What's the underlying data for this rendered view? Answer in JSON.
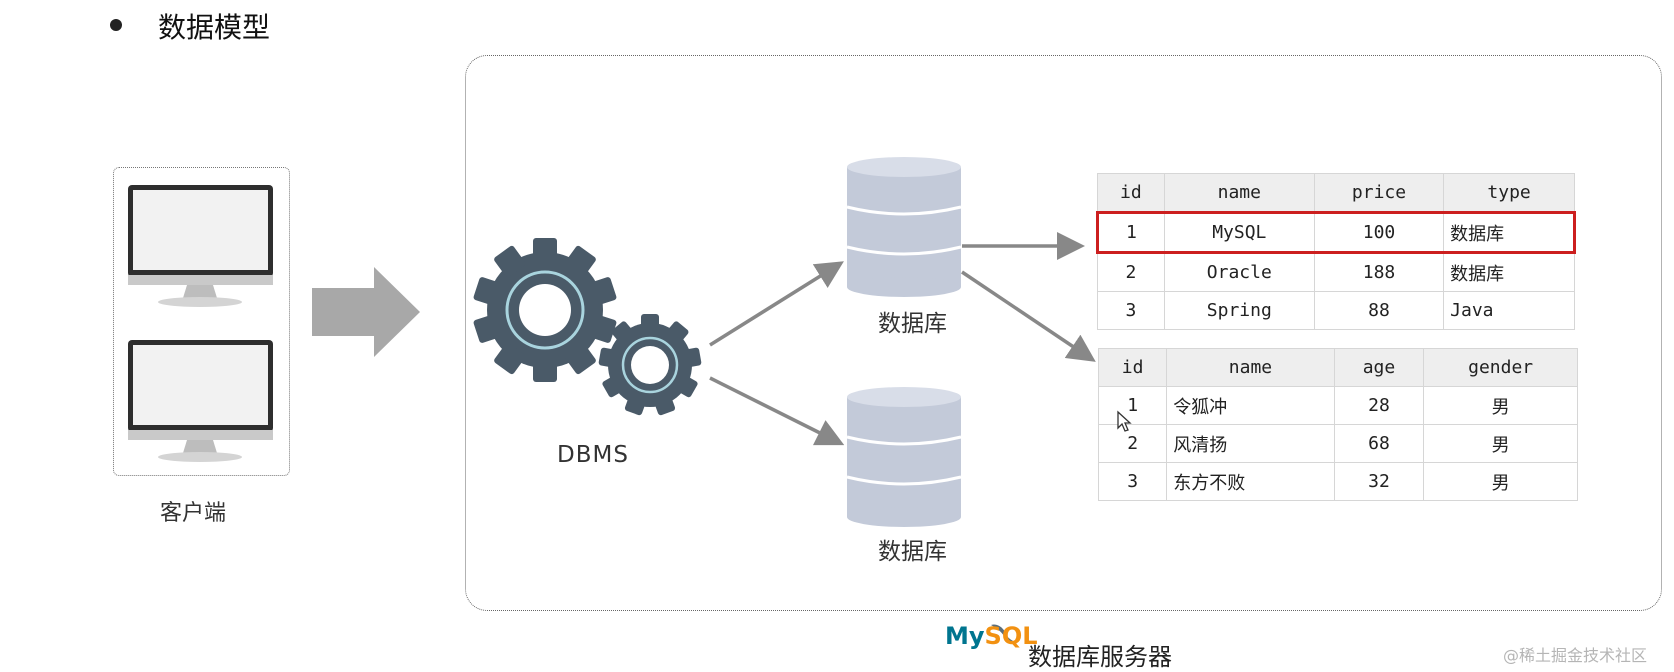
{
  "heading": {
    "title": "数据模型"
  },
  "client": {
    "label": "客户端"
  },
  "dbms": {
    "label": "DBMS"
  },
  "databases": [
    {
      "label": "数据库"
    },
    {
      "label": "数据库"
    }
  ],
  "table_products": {
    "headers": [
      "id",
      "name",
      "price",
      "type"
    ],
    "rows": [
      [
        "1",
        "MySQL",
        "100",
        "数据库"
      ],
      [
        "2",
        "Oracle",
        "188",
        "数据库"
      ],
      [
        "3",
        "Spring",
        "88",
        "Java"
      ]
    ],
    "highlighted_row_index": 0,
    "highlight_color": "#cc1f1f"
  },
  "table_people": {
    "headers": [
      "id",
      "name",
      "age",
      "gender"
    ],
    "rows": [
      [
        "1",
        "令狐冲",
        "28",
        "男"
      ],
      [
        "2",
        "风清扬",
        "68",
        "男"
      ],
      [
        "3",
        "东方不败",
        "32",
        "男"
      ]
    ]
  },
  "server": {
    "logo_text_my": "My",
    "logo_text_sql": "SQL",
    "label": "数据库服务器"
  },
  "watermark": "@稀土掘金技术社区",
  "colors": {
    "gear": "#4a5a68",
    "gear_ring": "#a9d4de",
    "cylinder": "#c3cad9",
    "arrow": "#888888",
    "big_arrow": "#a8a8a8"
  }
}
